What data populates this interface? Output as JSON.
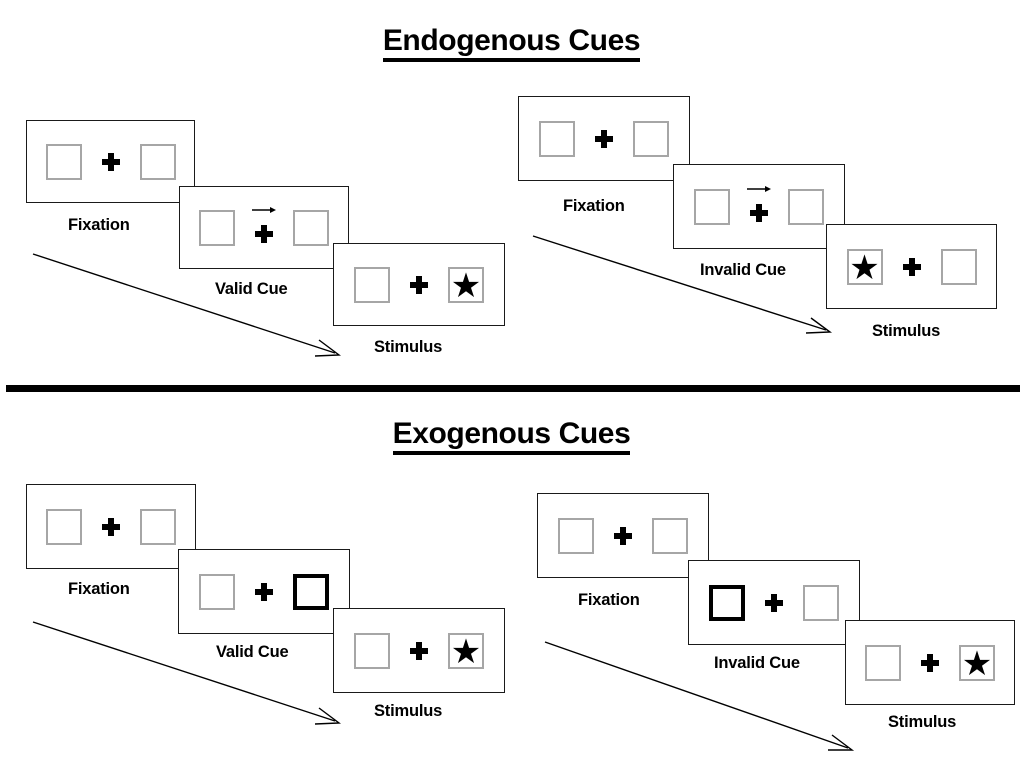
{
  "figure": {
    "sections": [
      {
        "id": "endogenous",
        "title": "Endogenous Cues",
        "columns": [
          {
            "id": "endogenous-valid",
            "frames": [
              {
                "label": "Fixation",
                "left_box": "empty",
                "right_box": "empty",
                "center": "plus"
              },
              {
                "label": "Valid Cue",
                "left_box": "empty",
                "right_box": "empty",
                "center": "plus-with-right-arrow"
              },
              {
                "label": "Stimulus",
                "left_box": "empty",
                "right_box": "star",
                "center": "plus"
              }
            ]
          },
          {
            "id": "endogenous-invalid",
            "frames": [
              {
                "label": "Fixation",
                "left_box": "empty",
                "right_box": "empty",
                "center": "plus"
              },
              {
                "label": "Invalid Cue",
                "left_box": "empty",
                "right_box": "empty",
                "center": "plus-with-right-arrow"
              },
              {
                "label": "Stimulus",
                "left_box": "star",
                "right_box": "empty",
                "center": "plus"
              }
            ]
          }
        ]
      },
      {
        "id": "exogenous",
        "title": "Exogenous Cues",
        "columns": [
          {
            "id": "exogenous-valid",
            "frames": [
              {
                "label": "Fixation",
                "left_box": "empty",
                "right_box": "empty",
                "center": "plus"
              },
              {
                "label": "Valid Cue",
                "left_box": "empty",
                "right_box": "cued",
                "center": "plus"
              },
              {
                "label": "Stimulus",
                "left_box": "empty",
                "right_box": "star",
                "center": "plus"
              }
            ]
          },
          {
            "id": "exogenous-invalid",
            "frames": [
              {
                "label": "Fixation",
                "left_box": "empty",
                "right_box": "empty",
                "center": "plus"
              },
              {
                "label": "Invalid Cue",
                "left_box": "cued",
                "right_box": "empty",
                "center": "plus"
              },
              {
                "label": "Stimulus",
                "left_box": "empty",
                "right_box": "star",
                "center": "plus"
              }
            ]
          }
        ]
      }
    ],
    "glyphs": {
      "star": "★",
      "cue_arrow": "right-arrow",
      "fixation_cross": "plus"
    },
    "colors": {
      "ink": "#000000",
      "panel_border": "#1a1a1a",
      "box_border": "#a6a6a6",
      "cued_box_border": "#000000",
      "background": "#ffffff",
      "divider": "#000000"
    }
  }
}
